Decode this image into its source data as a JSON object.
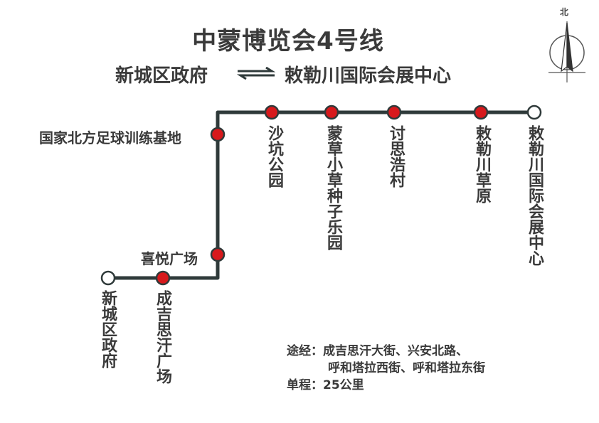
{
  "title": "中蒙博览会4号线",
  "route": {
    "from": "新城区政府",
    "to": "敕勒川国际会展中心"
  },
  "compass": {
    "label": "北"
  },
  "colors": {
    "line": "#2f3a3a",
    "stop": "#d7191c",
    "terminal": "#ffffff"
  },
  "stops": [
    {
      "name": "新城区政府",
      "terminal": true
    },
    {
      "name": "成吉思汗广场",
      "terminal": false
    },
    {
      "name": "喜悦广场",
      "terminal": false
    },
    {
      "name": "国家北方足球训练基地",
      "terminal": false
    },
    {
      "name": "沙坑公园",
      "terminal": false
    },
    {
      "name": "蒙草小草种子乐园",
      "terminal": false
    },
    {
      "name": "讨思浩村",
      "terminal": false
    },
    {
      "name": "敕勒川草原",
      "terminal": false
    },
    {
      "name": "敕勒川国际会展中心",
      "terminal": true
    }
  ],
  "info": {
    "via_label": "途经：",
    "via_line1": "成吉思汗大街、兴安北路、",
    "via_line2": "呼和塔拉西街、呼和塔拉东街",
    "distance_label": "单程：",
    "distance_value": "25公里"
  }
}
